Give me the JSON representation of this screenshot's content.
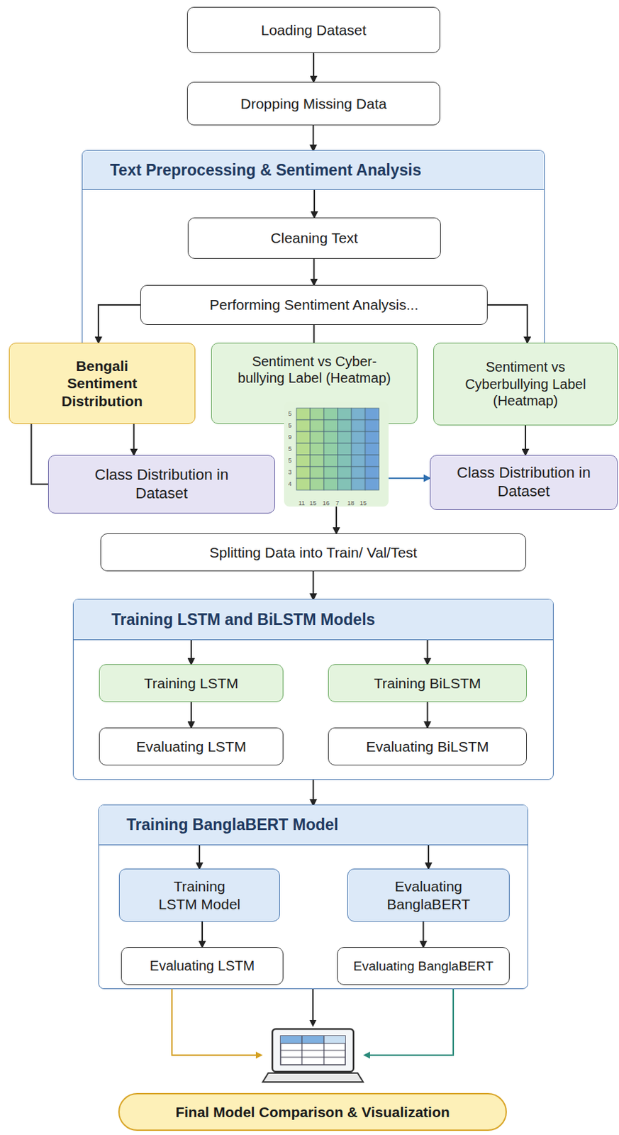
{
  "diagram": {
    "nodes": [
      {
        "text": [
          "Loading Dataset"
        ]
      },
      {
        "text": [
          "Dropping Missing Data"
        ]
      },
      {
        "text": [
          "Text Preprocessing & Sentiment Analysis"
        ]
      },
      {
        "text": [
          "Cleaning Text"
        ],
        "in": 2
      },
      {
        "text": [
          "Performing Sentiment Analysis..."
        ],
        "in": 2
      },
      {
        "text": [
          "Bengali Sentiment Distribution"
        ]
      },
      {
        "text": [
          "Sentiment vs Cyber- bullying Label (Heatmap)"
        ]
      },
      {
        "text": [
          "Sentiment vs Cyberbullying Label (Heatmap)"
        ]
      },
      {
        "text": [
          "Class Distribution in Dataset"
        ]
      },
      {
        "text": [
          "Class Distribution in Dataset"
        ]
      },
      {
        "text": [
          "Splitting Data into Train/ Val/Test"
        ]
      },
      {
        "text": [
          "Training LSTM and BiLSTM Models"
        ]
      },
      {
        "text": [
          "Training LSTM"
        ],
        "in": 11
      },
      {
        "text": [
          "Training BiLSTM"
        ],
        "in": 11
      },
      {
        "text": [
          "Evaluating LSTM"
        ],
        "in": 11
      },
      {
        "text": [
          "Evaluating BiLSTM"
        ],
        "in": 11
      },
      {
        "text": [
          "Training BanglaBERT Model"
        ]
      },
      {
        "text": [
          "Training LSTM Model"
        ],
        "in": 16
      },
      {
        "text": [
          "Evaluating BanglaBERT"
        ],
        "in": 16
      },
      {
        "text": [
          "Evaluating LSTM"
        ],
        "in": 16
      },
      {
        "text": [
          "Evaluating BanglaBERT"
        ],
        "in": 16
      },
      {
        "text": [
          "Final Model Comparison & Visualization"
        ]
      }
    ],
    "edges": [
      {
        "from": 0,
        "to": 1,
        "arrow": "to"
      },
      {
        "from": 1,
        "to": 2,
        "arrow": "to"
      },
      {
        "from": 2,
        "to": 3,
        "arrow": "to"
      },
      {
        "from": 3,
        "to": 4,
        "arrow": "to"
      },
      {
        "from": 4,
        "to": 5,
        "arrow": "to"
      },
      {
        "from": 4,
        "to": 6,
        "arrow": "none"
      },
      {
        "from": 4,
        "to": 7,
        "arrow": "to"
      },
      {
        "from": 5,
        "to": 8,
        "arrow": "to"
      },
      {
        "from": 5,
        "to": 8,
        "arrow": "none"
      },
      {
        "from": 6,
        "to": 9,
        "arrow": "to"
      },
      {
        "from": 7,
        "to": 9,
        "arrow": "to"
      },
      {
        "from": 6,
        "to": 10,
        "arrow": "to"
      },
      {
        "from": 10,
        "to": 11,
        "arrow": "to"
      },
      {
        "from": 11,
        "to": 12,
        "arrow": "to"
      },
      {
        "from": 11,
        "to": 13,
        "arrow": "to"
      },
      {
        "from": 12,
        "to": 14,
        "arrow": "to"
      },
      {
        "from": 13,
        "to": 15,
        "arrow": "to"
      },
      {
        "from": 11,
        "to": 16,
        "arrow": "to"
      },
      {
        "from": 16,
        "to": 17,
        "arrow": "to"
      },
      {
        "from": 16,
        "to": 18,
        "arrow": "to"
      },
      {
        "from": 17,
        "to": 19,
        "arrow": "to"
      },
      {
        "from": 18,
        "to": 20,
        "arrow": "to"
      }
    ],
    "labels": [
      "5",
      "5",
      "9",
      "5",
      "5",
      "3",
      "4",
      "11",
      "15",
      "16",
      "7",
      "18",
      "15"
    ]
  }
}
